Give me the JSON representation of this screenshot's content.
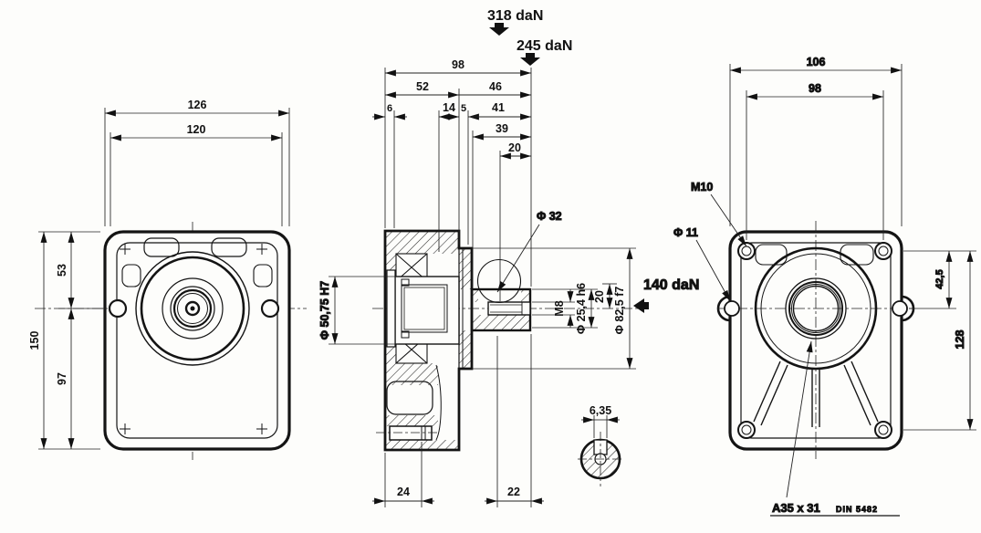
{
  "drawing": {
    "forces": {
      "down1": "318 daN",
      "down2": "245 daN",
      "side": "140 daN"
    },
    "front_view": {
      "width_outer": "126",
      "width_inner": "120",
      "height_total": "150",
      "height_top": "53",
      "height_bottom": "97"
    },
    "section_view": {
      "overall_length": "98",
      "body_length": "52",
      "shaft_side_length": "46",
      "wall": "6",
      "step14": "14",
      "step5": "5",
      "len41": "41",
      "len39": "39",
      "len20": "20",
      "bore_dia": "Φ 50,75 H7",
      "circle_dia": "Φ 32",
      "thread": "M8",
      "shaft_dia": "Φ 25,4 h6",
      "vert20": "20",
      "pilot_dia": "Φ 82,5 f7",
      "bottom_left": "24",
      "bottom_right": "22"
    },
    "rear_view": {
      "width_outer": "106",
      "width_holes": "98",
      "hole_thread": "M10",
      "hole_dia": "Φ 11",
      "height_top": "42,5",
      "height_holes": "128"
    },
    "shaft_detail": {
      "key_width": "6,35"
    },
    "spline_note": {
      "code": "A35 x 31",
      "standard": "DIN 5482"
    }
  }
}
